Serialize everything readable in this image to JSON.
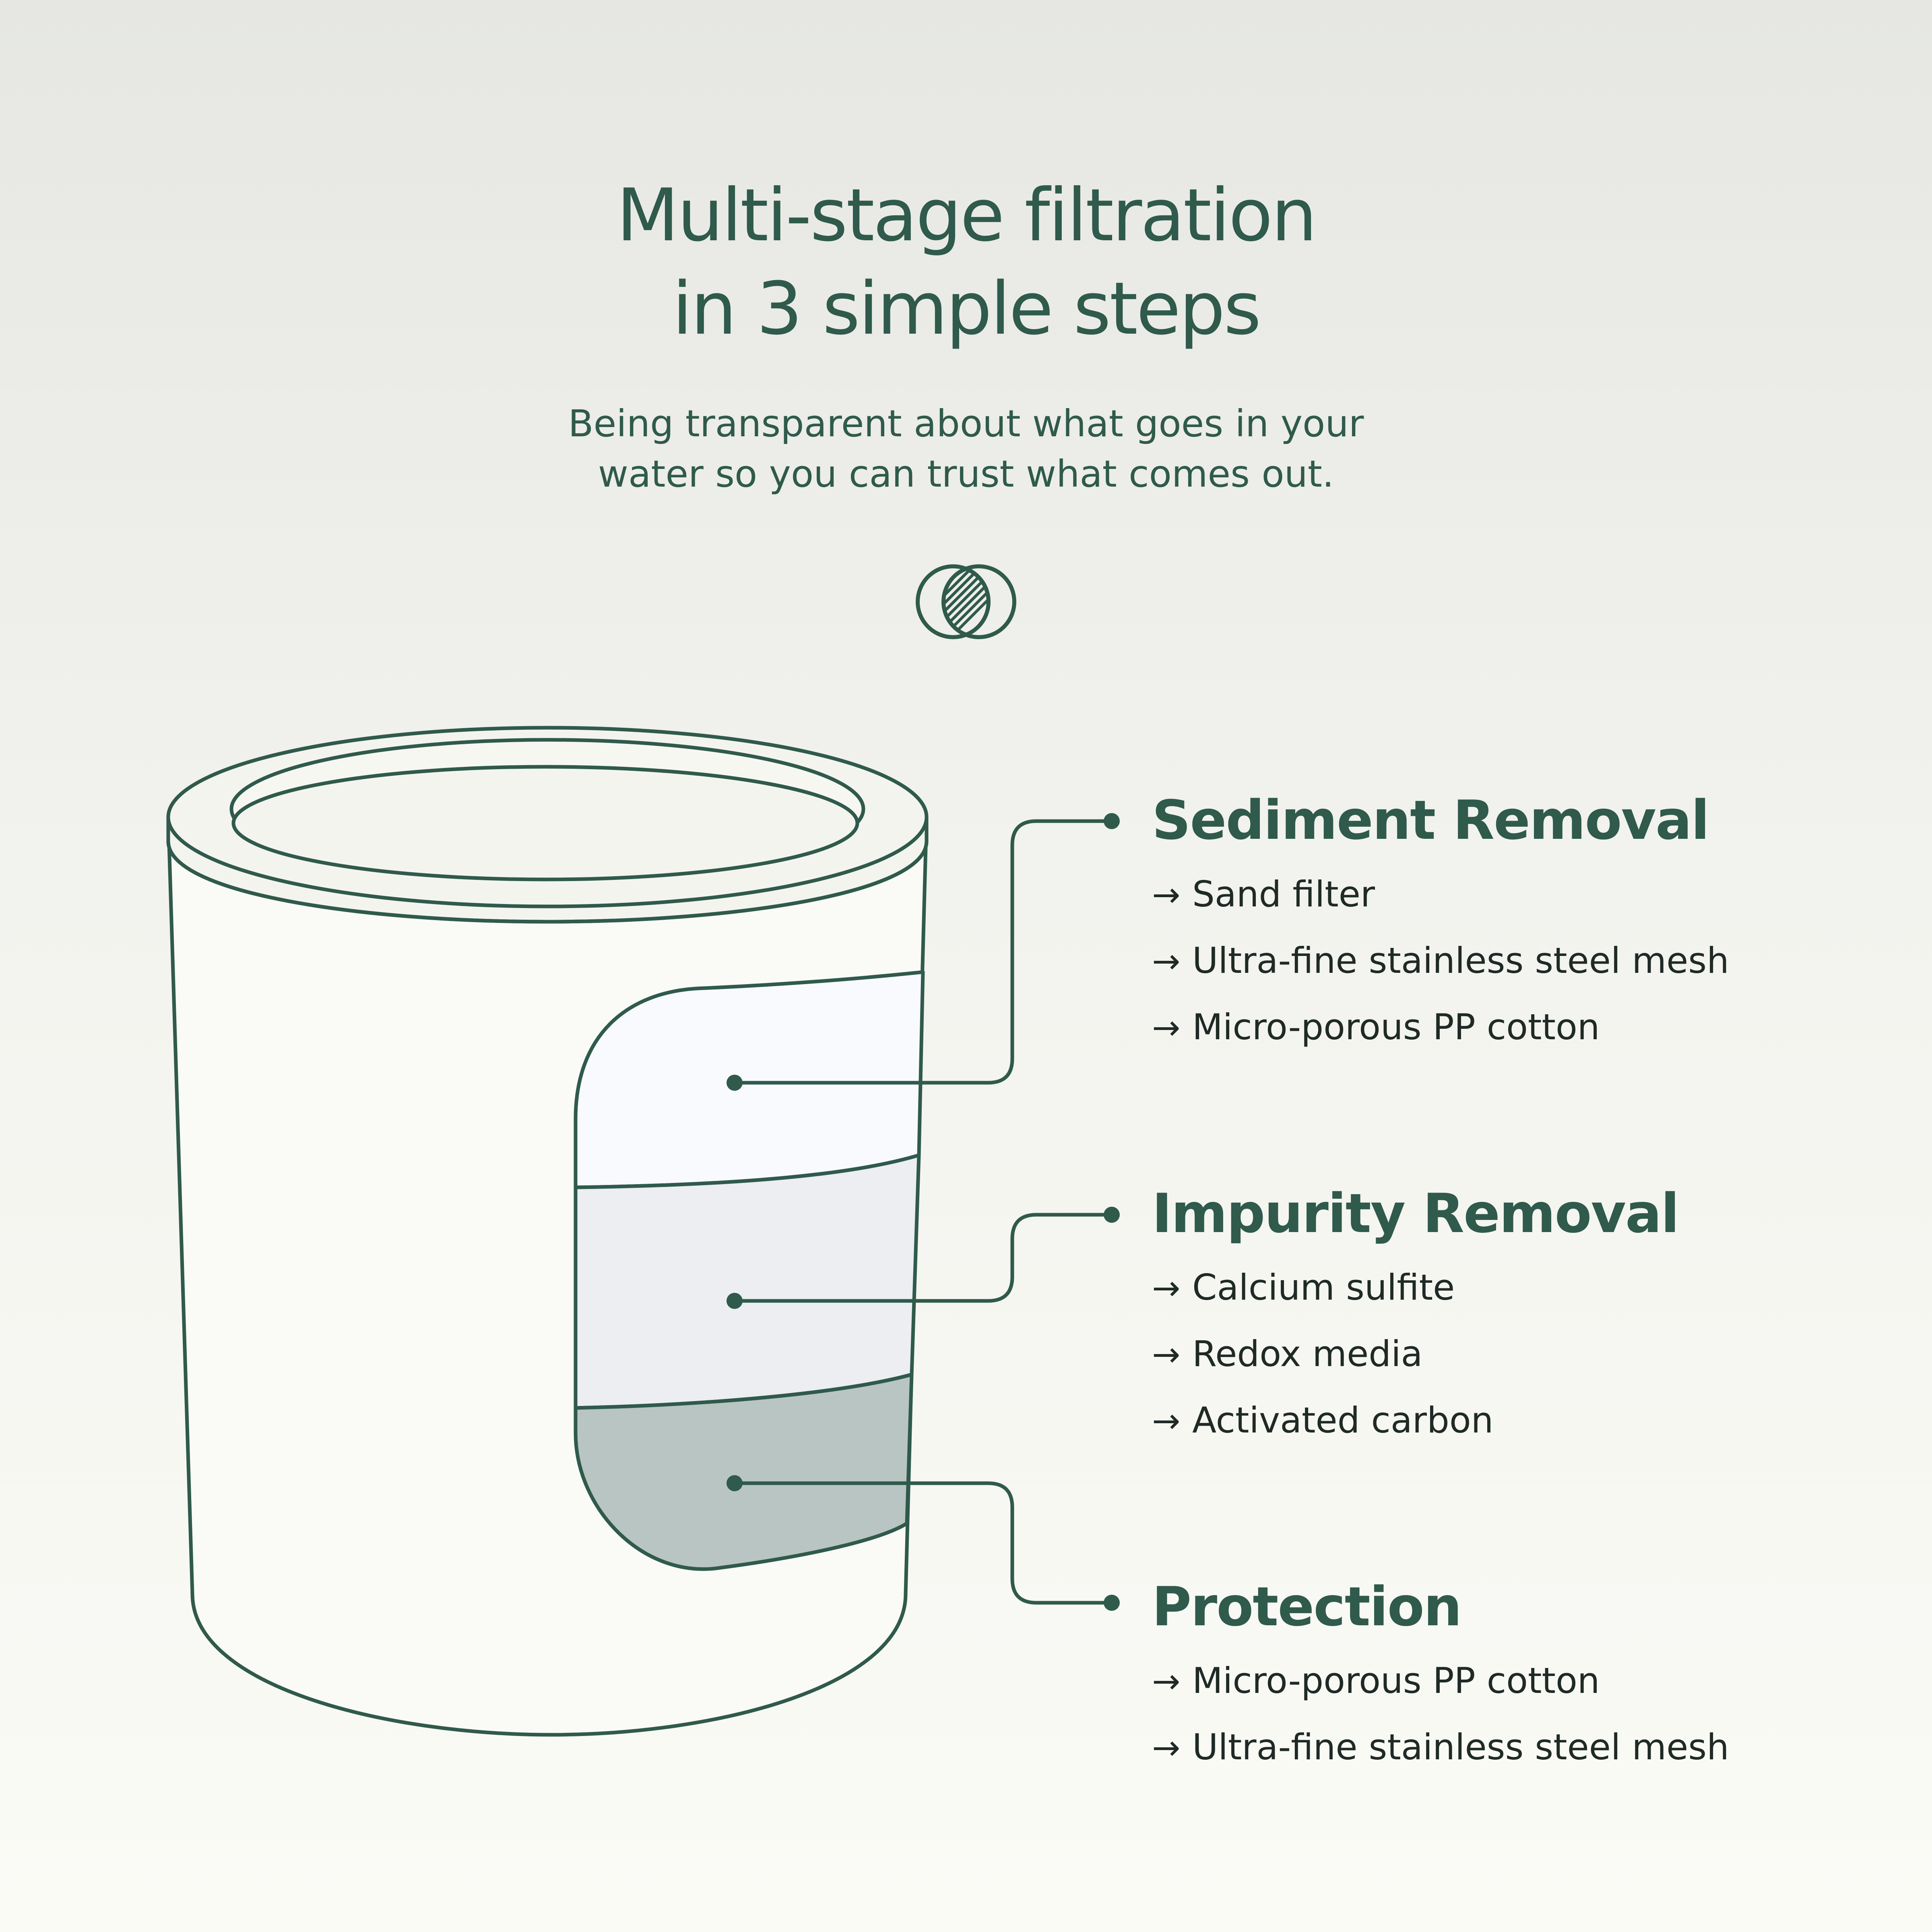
{
  "header": {
    "title_line1": "Multi-stage filtration",
    "title_line2": "in 3 simple steps",
    "subtitle_line1": "Being transparent about what goes in your",
    "subtitle_line2": "water so you can trust what comes out."
  },
  "icons": {
    "logo": "overlapping-circles-icon",
    "bullet": "arrow-right-icon"
  },
  "colors": {
    "primary": "#2f5a4c",
    "layer_top": "#f9fafe",
    "layer_middle": "#eceef1",
    "layer_bottom": "#b9c5c3"
  },
  "stages": [
    {
      "title": "Sediment Removal",
      "items": [
        "Sand filter",
        "Ultra-fine stainless steel mesh",
        "Micro-porous PP cotton"
      ]
    },
    {
      "title": "Impurity Removal",
      "items": [
        "Calcium sulfite",
        "Redox media",
        "Activated carbon"
      ]
    },
    {
      "title": "Protection",
      "items": [
        "Micro-porous PP cotton",
        "Ultra-fine stainless steel mesh"
      ]
    }
  ]
}
